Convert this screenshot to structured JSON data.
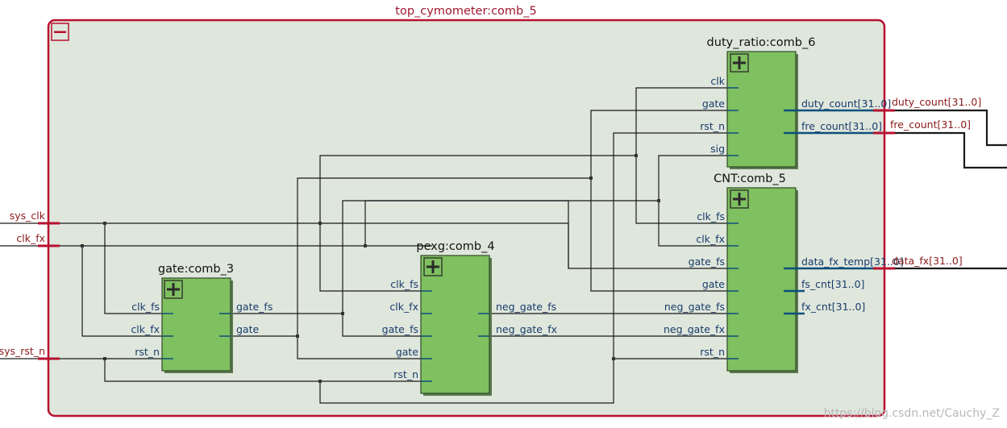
{
  "colors": {
    "container_fill": "#dfe6dc",
    "container_border": "#b8102f",
    "block_fill": "#7fc060",
    "wire": "#000000",
    "bus": "#0e4f7c",
    "pin_label": "#183c6b",
    "port_label": "#8a1a1a",
    "title_text": "#111111"
  },
  "container": {
    "title": "top_cymometer:comb_5",
    "collapse_icon": "minus-icon"
  },
  "inputs": [
    "sys_clk",
    "clk_fx",
    "sys_rst_n"
  ],
  "outputs": [
    "duty_count[31..0]",
    "fre_count[31..0]",
    "data_fx[31..0]"
  ],
  "blocks": {
    "gate": {
      "title": "gate:comb_3",
      "in": [
        "clk_fs",
        "clk_fx",
        "rst_n"
      ],
      "out": [
        "gate_fs",
        "gate"
      ]
    },
    "pexg": {
      "title": "pexg:comb_4",
      "in": [
        "clk_fs",
        "clk_fx",
        "gate_fs",
        "gate",
        "rst_n"
      ],
      "out": [
        "neg_gate_fs",
        "neg_gate_fx"
      ]
    },
    "duty": {
      "title": "duty_ratio:comb_6",
      "in": [
        "clk",
        "gate",
        "rst_n",
        "sig"
      ],
      "out": [
        "duty_count[31..0]",
        "fre_count[31..0]"
      ]
    },
    "cnt": {
      "title": "CNT:comb_5",
      "in": [
        "clk_fs",
        "clk_fx",
        "gate_fs",
        "gate",
        "neg_gate_fs",
        "neg_gate_fx",
        "rst_n"
      ],
      "out": [
        "data_fx_temp[31..0]",
        "fs_cnt[31..0]",
        "fx_cnt[31..0]"
      ]
    }
  },
  "watermark": "https://blog.csdn.net/Cauchy_Z"
}
